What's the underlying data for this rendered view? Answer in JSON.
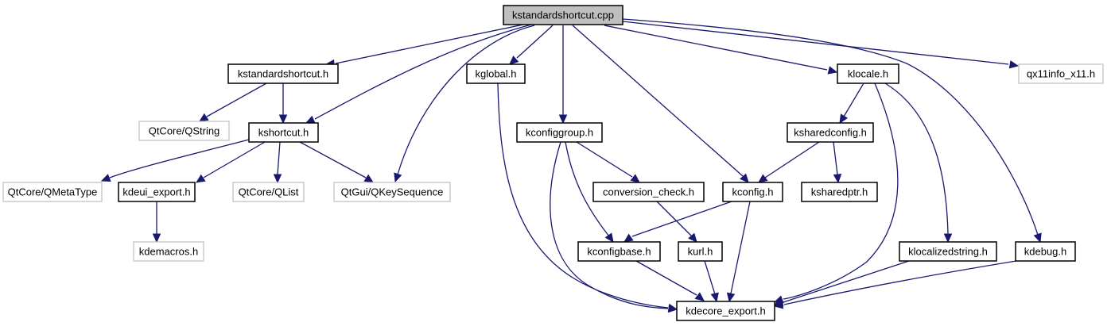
{
  "title": "kstandardshortcut.cpp",
  "colors": {
    "edge": "#191970",
    "root_fill": "#bfbfbf",
    "node_border": "#000000",
    "external_border": "#bfbfbf"
  },
  "nodes": [
    {
      "id": "kstandardshortcut_cpp",
      "label": "kstandardshortcut.cpp",
      "kind": "root"
    },
    {
      "id": "kstandardshortcut_h",
      "label": "kstandardshortcut.h",
      "kind": "documented"
    },
    {
      "id": "qstring",
      "label": "QtCore/QString",
      "kind": "external"
    },
    {
      "id": "kshortcut_h",
      "label": "kshortcut.h",
      "kind": "documented"
    },
    {
      "id": "qmetatype",
      "label": "QtCore/QMetaType",
      "kind": "external"
    },
    {
      "id": "kdeui_export_h",
      "label": "kdeui_export.h",
      "kind": "documented"
    },
    {
      "id": "kdemacros_h",
      "label": "kdemacros.h",
      "kind": "external"
    },
    {
      "id": "qlist",
      "label": "QtCore/QList",
      "kind": "external"
    },
    {
      "id": "qkeysequence",
      "label": "QtGui/QKeySequence",
      "kind": "external"
    },
    {
      "id": "kglobal_h",
      "label": "kglobal.h",
      "kind": "documented"
    },
    {
      "id": "kconfiggroup_h",
      "label": "kconfiggroup.h",
      "kind": "documented"
    },
    {
      "id": "conversion_check_h",
      "label": "conversion_check.h",
      "kind": "documented"
    },
    {
      "id": "kconfigbase_h",
      "label": "kconfigbase.h",
      "kind": "documented"
    },
    {
      "id": "kurl_h",
      "label": "kurl.h",
      "kind": "documented"
    },
    {
      "id": "kdecore_export_h",
      "label": "kdecore_export.h",
      "kind": "documented"
    },
    {
      "id": "kconfig_h",
      "label": "kconfig.h",
      "kind": "documented"
    },
    {
      "id": "klocale_h",
      "label": "klocale.h",
      "kind": "documented"
    },
    {
      "id": "ksharedconfig_h",
      "label": "ksharedconfig.h",
      "kind": "documented"
    },
    {
      "id": "ksharedptr_h",
      "label": "ksharedptr.h",
      "kind": "documented"
    },
    {
      "id": "klocalizedstring_h",
      "label": "klocalizedstring.h",
      "kind": "documented"
    },
    {
      "id": "kdebug_h",
      "label": "kdebug.h",
      "kind": "documented"
    },
    {
      "id": "qx11info_x11_h",
      "label": "qx11info_x11.h",
      "kind": "external"
    }
  ],
  "edges": [
    {
      "from": "kstandardshortcut_cpp",
      "to": "kstandardshortcut_h"
    },
    {
      "from": "kstandardshortcut_cpp",
      "to": "kshortcut_h"
    },
    {
      "from": "kstandardshortcut_cpp",
      "to": "qkeysequence"
    },
    {
      "from": "kstandardshortcut_cpp",
      "to": "kglobal_h"
    },
    {
      "from": "kstandardshortcut_cpp",
      "to": "kconfiggroup_h"
    },
    {
      "from": "kstandardshortcut_cpp",
      "to": "kconfig_h"
    },
    {
      "from": "kstandardshortcut_cpp",
      "to": "klocale_h"
    },
    {
      "from": "kstandardshortcut_cpp",
      "to": "kdebug_h"
    },
    {
      "from": "kstandardshortcut_cpp",
      "to": "qx11info_x11_h"
    },
    {
      "from": "kstandardshortcut_h",
      "to": "qstring"
    },
    {
      "from": "kstandardshortcut_h",
      "to": "kshortcut_h"
    },
    {
      "from": "kshortcut_h",
      "to": "qmetatype"
    },
    {
      "from": "kshortcut_h",
      "to": "kdeui_export_h"
    },
    {
      "from": "kshortcut_h",
      "to": "qlist"
    },
    {
      "from": "kshortcut_h",
      "to": "qkeysequence"
    },
    {
      "from": "kdeui_export_h",
      "to": "kdemacros_h"
    },
    {
      "from": "kglobal_h",
      "to": "kdecore_export_h"
    },
    {
      "from": "kconfiggroup_h",
      "to": "conversion_check_h"
    },
    {
      "from": "kconfiggroup_h",
      "to": "kconfigbase_h"
    },
    {
      "from": "kconfiggroup_h",
      "to": "kdecore_export_h"
    },
    {
      "from": "conversion_check_h",
      "to": "kurl_h"
    },
    {
      "from": "kconfigbase_h",
      "to": "kdecore_export_h"
    },
    {
      "from": "kurl_h",
      "to": "kdecore_export_h"
    },
    {
      "from": "kconfig_h",
      "to": "kconfigbase_h"
    },
    {
      "from": "kconfig_h",
      "to": "kdecore_export_h"
    },
    {
      "from": "klocale_h",
      "to": "ksharedconfig_h"
    },
    {
      "from": "klocale_h",
      "to": "kdecore_export_h"
    },
    {
      "from": "klocale_h",
      "to": "klocalizedstring_h"
    },
    {
      "from": "ksharedconfig_h",
      "to": "kconfig_h"
    },
    {
      "from": "ksharedconfig_h",
      "to": "ksharedptr_h"
    },
    {
      "from": "klocalizedstring_h",
      "to": "kdecore_export_h"
    },
    {
      "from": "kdebug_h",
      "to": "kdecore_export_h"
    }
  ]
}
